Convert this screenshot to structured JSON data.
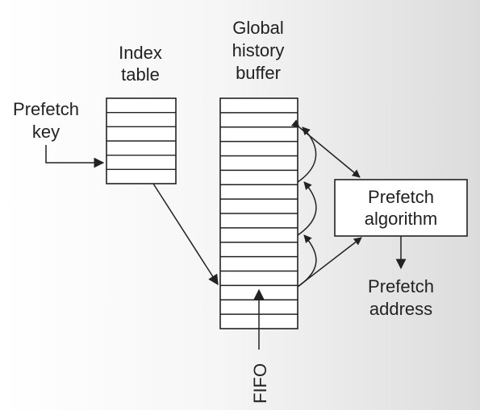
{
  "labels": {
    "index_table": [
      "Index",
      "table"
    ],
    "ghb": [
      "Global",
      "history",
      "buffer"
    ],
    "prefetch_key": [
      "Prefetch",
      "key"
    ],
    "algorithm": [
      "Prefetch",
      "algorithm"
    ],
    "prefetch_address": [
      "Prefetch",
      "address"
    ],
    "fifo": "FIFO"
  },
  "index_table_rows": 6,
  "ghb_rows": 16,
  "colors": {
    "ink": "#222222",
    "box_fill": "#ffffff"
  }
}
